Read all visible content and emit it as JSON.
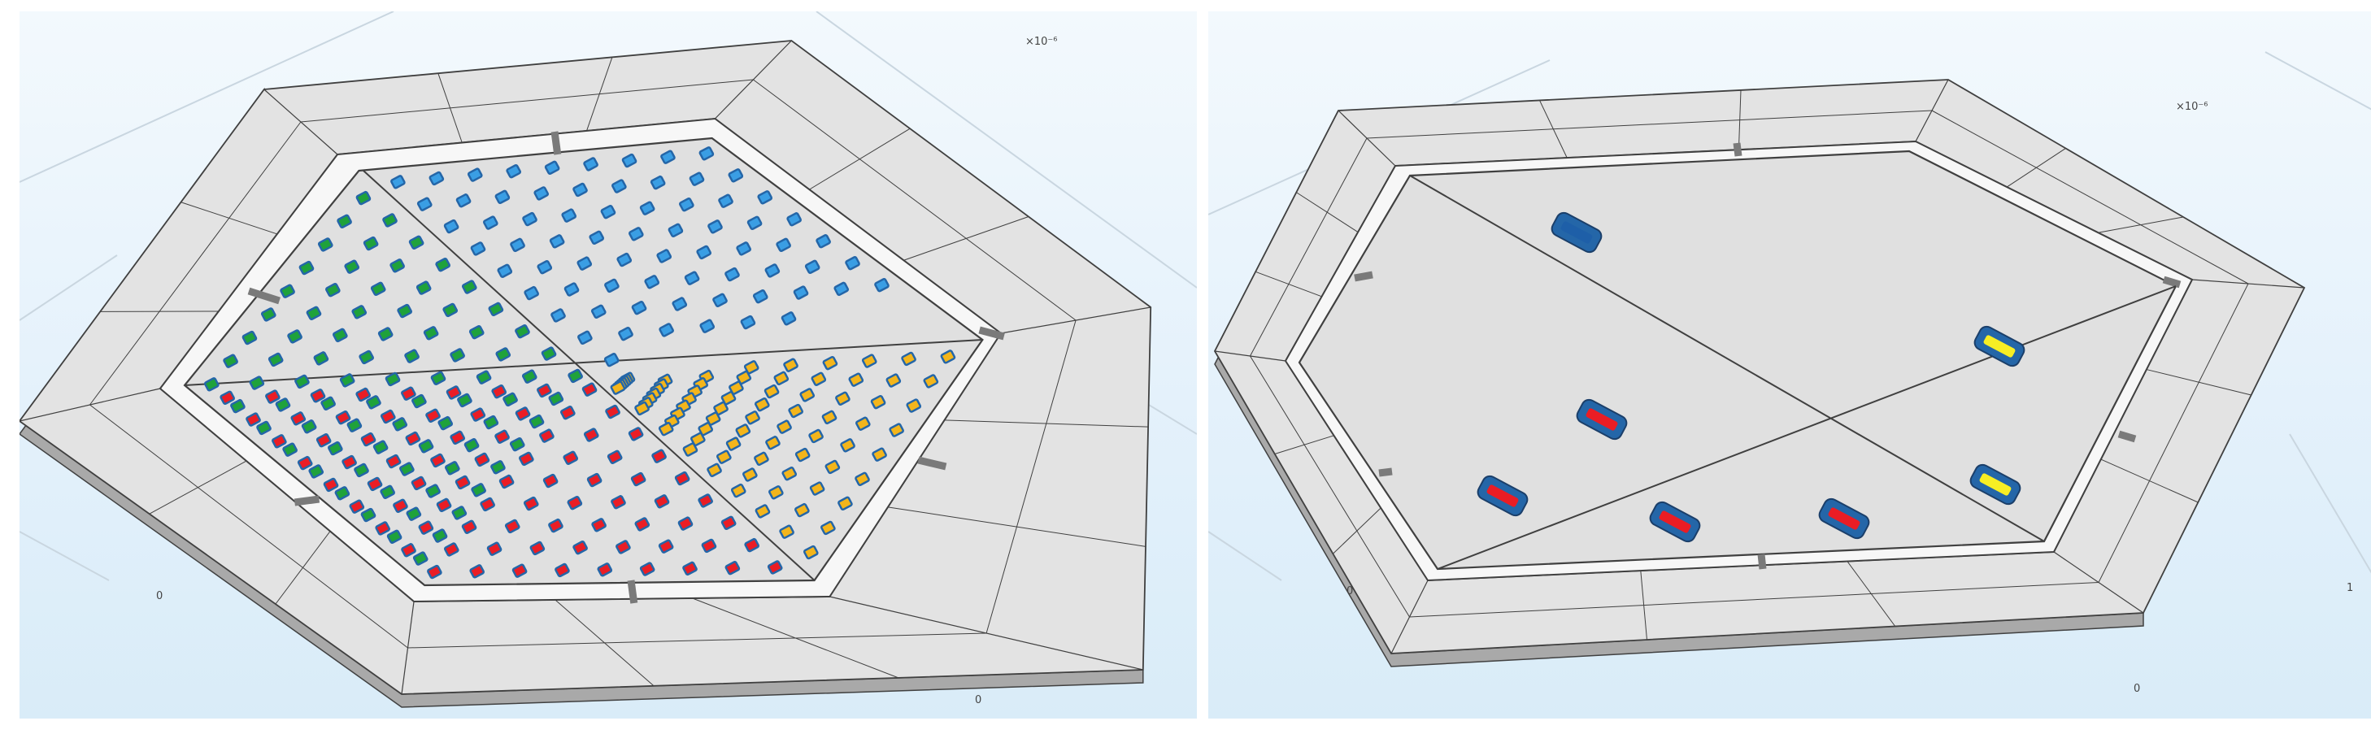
{
  "panels": [
    {
      "id": "left",
      "labels": {
        "scale": "×10⁻⁶",
        "origin": "0",
        "bottom": "0"
      },
      "groups": [
        {
          "name": "top",
          "color": "#3a9ee4"
        },
        {
          "name": "left",
          "color": "#1fa23b"
        },
        {
          "name": "right",
          "color": "#f3b51b"
        },
        {
          "name": "bottom",
          "color": "#ea1d25"
        }
      ]
    },
    {
      "id": "right",
      "labels": {
        "scale": "×10⁻⁶",
        "origin": "0",
        "bottom": "0",
        "right": "1"
      },
      "electrodes": [
        {
          "color": "#1e5fa8"
        },
        {
          "color": "#f7ee24"
        },
        {
          "color": "#f7ee24"
        },
        {
          "color": "#ea1d25"
        },
        {
          "color": "#ea1d25"
        },
        {
          "color": "#ea1d25"
        },
        {
          "color": "#ea1d25"
        }
      ]
    }
  ],
  "colors": {
    "frame": "#e3e3e3",
    "plate": "#e0e0e0",
    "edge": "#404040",
    "outline": "#2466a8",
    "floor_line": "#c9d6e0"
  }
}
